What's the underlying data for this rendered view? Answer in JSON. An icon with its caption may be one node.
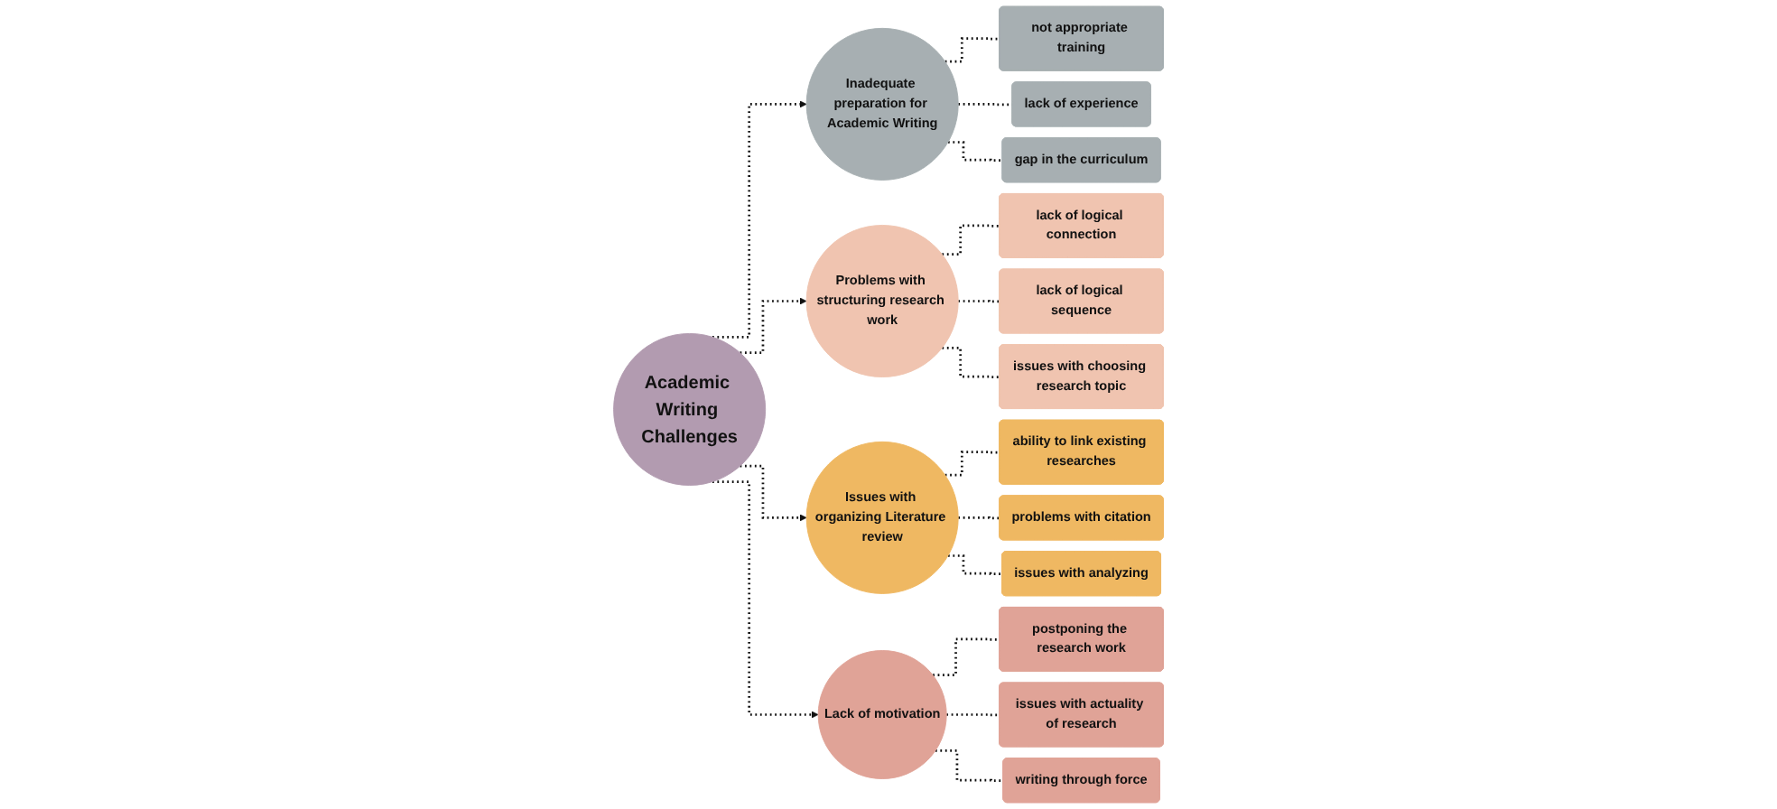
{
  "diagram": {
    "nodes": [
      {
        "text": [
          "Academic Writing Challenges"
        ]
      },
      {
        "text": [
          "Inadequate preparation for Academic Writing"
        ]
      },
      {
        "text": [
          "not appropriate training"
        ]
      },
      {
        "text": [
          "lack of experience"
        ]
      },
      {
        "text": [
          "gap in the curriculum"
        ]
      },
      {
        "text": [
          "Problems with structuring research work"
        ]
      },
      {
        "text": [
          "lack of logical connection"
        ]
      },
      {
        "text": [
          "lack of logical sequence"
        ]
      },
      {
        "text": [
          "issues with choosing research topic"
        ]
      },
      {
        "text": [
          "Issues with organizing Literature review"
        ]
      },
      {
        "text": [
          "ability to link existing researches"
        ]
      },
      {
        "text": [
          "problems with citation"
        ]
      },
      {
        "text": [
          "issues with analyzing"
        ]
      },
      {
        "text": [
          "Lack of motivation"
        ]
      },
      {
        "text": [
          "postponing the research work"
        ]
      },
      {
        "text": [
          "issues with actuality of research"
        ]
      },
      {
        "text": [
          "writing through force"
        ]
      }
    ],
    "edges": [
      {
        "from": 0,
        "to": 1,
        "arrow": "to",
        "style": "dashed"
      },
      {
        "from": 0,
        "to": 5,
        "arrow": "to",
        "style": "dashed"
      },
      {
        "from": 0,
        "to": 9,
        "arrow": "to",
        "style": "dashed"
      },
      {
        "from": 0,
        "to": 13,
        "arrow": "to",
        "style": "dashed"
      },
      {
        "from": 1,
        "to": 2,
        "arrow": "none",
        "style": "dashed"
      },
      {
        "from": 1,
        "to": 3,
        "arrow": "none",
        "style": "dashed"
      },
      {
        "from": 1,
        "to": 4,
        "arrow": "none",
        "style": "dashed"
      },
      {
        "from": 5,
        "to": 6,
        "arrow": "none",
        "style": "dashed"
      },
      {
        "from": 5,
        "to": 7,
        "arrow": "none",
        "style": "dashed"
      },
      {
        "from": 5,
        "to": 8,
        "arrow": "none",
        "style": "dashed"
      },
      {
        "from": 9,
        "to": 10,
        "arrow": "none",
        "style": "dashed"
      },
      {
        "from": 9,
        "to": 11,
        "arrow": "none",
        "style": "dashed"
      },
      {
        "from": 9,
        "to": 12,
        "arrow": "none",
        "style": "dashed"
      },
      {
        "from": 13,
        "to": 14,
        "arrow": "none",
        "style": "dashed"
      },
      {
        "from": 13,
        "to": 15,
        "arrow": "none",
        "style": "dashed"
      },
      {
        "from": 13,
        "to": 16,
        "arrow": "none",
        "style": "dashed"
      }
    ]
  }
}
